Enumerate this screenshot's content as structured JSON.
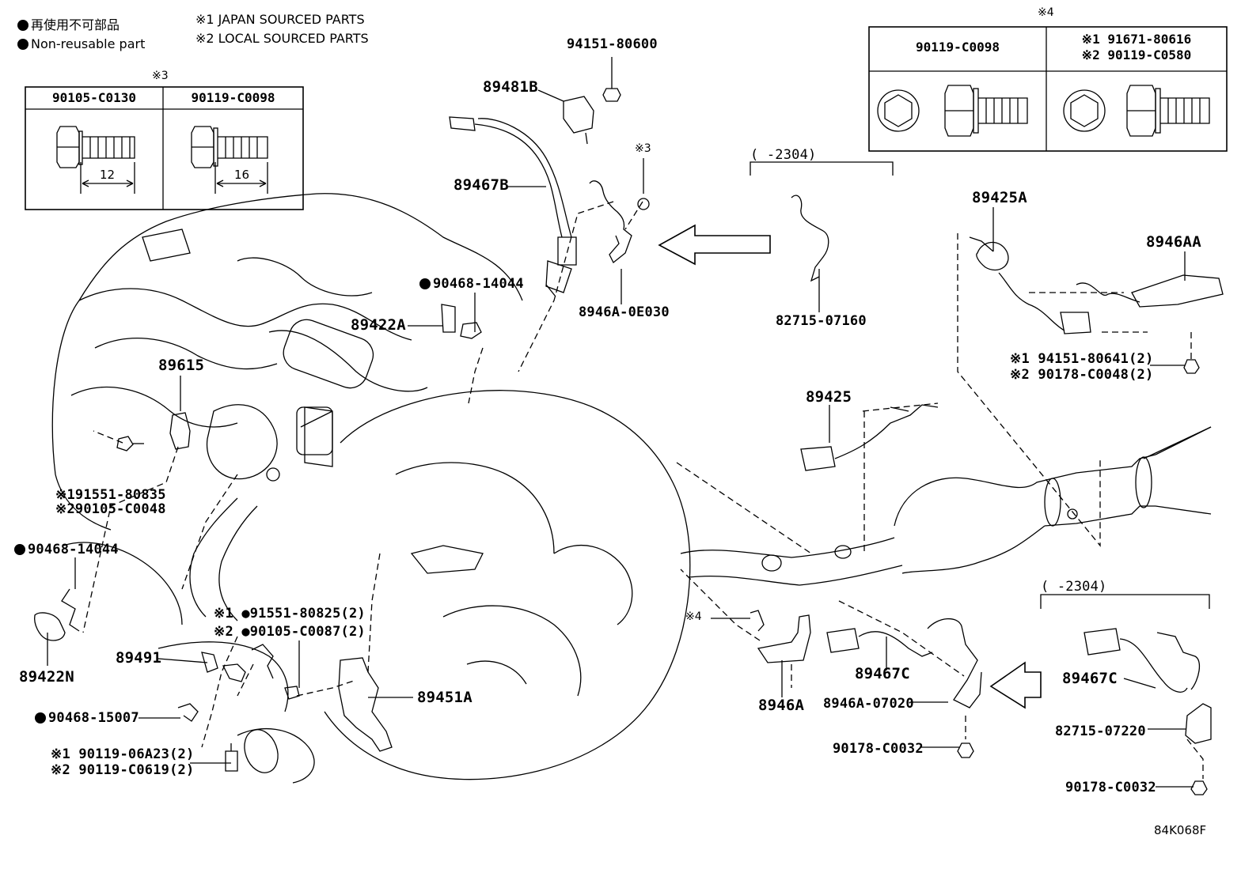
{
  "legend": {
    "reuse_jp": "再使用不可部品",
    "reuse_en": "Non-reusable part",
    "note1": "※1 JAPAN SOURCED PARTS",
    "note2": "※2 LOCAL SOURCED PARTS"
  },
  "box3": {
    "mark": "※3",
    "col1": "90105-C0130",
    "col2": "90119-C0098",
    "dim1": "12",
    "dim2": "16"
  },
  "box4": {
    "mark": "※4",
    "col1": "90119-C0098",
    "col2_a": "※1 91671-80616",
    "col2_b": "※2 90119-C0580"
  },
  "labels": {
    "p94151_80600": "94151-80600",
    "p89481B": "89481B",
    "p89467B": "89467B",
    "mark3": "※3",
    "p8946A_0E030": "8946A-0E030",
    "p90468_14044_top": "90468-14044",
    "p89422A": "89422A",
    "range_top": "(      -2304)",
    "p82715_07160": "82715-07160",
    "p89425A": "89425A",
    "p8946AA": "8946AA",
    "p94151_80641": "※1 94151-80641(2)",
    "p90178_C0048": "※2 90178-C0048(2)",
    "p89615": "89615",
    "p89425": "89425",
    "p91551_80835": "※191551-80835",
    "p90105_C0048": "※290105-C0048",
    "p90468_14044_left": "90468-14044",
    "p89422N": "89422N",
    "p91551_80825": "※1 ●91551-80825(2)",
    "p90105_C0087": "※2 ●90105-C0087(2)",
    "p89491": "89491",
    "p89451A": "89451A",
    "p90468_15007": "90468-15007",
    "p90119_06A23": "※1 90119-06A23(2)",
    "p90119_C0619": "※2 90119-C0619(2)",
    "mark4": "※4",
    "p8946A": "8946A",
    "p89467C_mid": "89467C",
    "p8946A_07020": "8946A-07020",
    "p90178_C0032_mid": "90178-C0032",
    "range_right": "(      -2304)",
    "p89467C_right": "89467C",
    "p82715_07220": "82715-07220",
    "p90178_C0032_right": "90178-C0032",
    "code": "84K068F"
  }
}
